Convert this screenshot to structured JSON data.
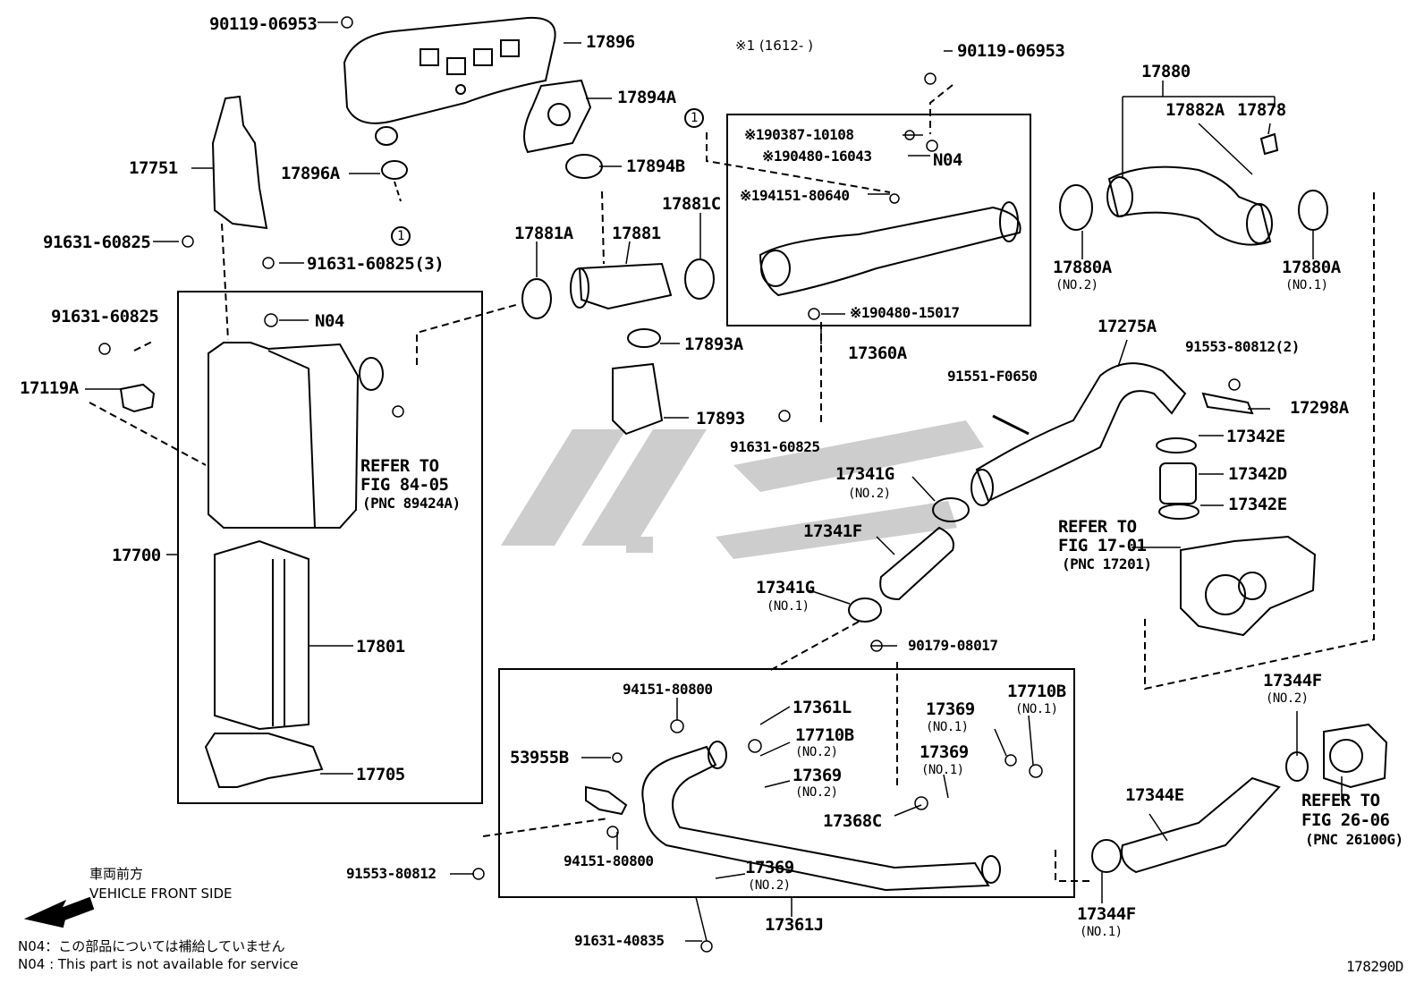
{
  "note_top": "※1 (1612-       )",
  "parts": {
    "p90119a": "90119-06953",
    "p17896": "17896",
    "p17894A": "17894A",
    "p17751": "17751",
    "p17896A": "17896A",
    "p17894B": "17894B",
    "p91631a": "91631-60825",
    "p91631b": "91631-60825(3)",
    "p17881A": "17881A",
    "p17881": "17881",
    "p17881C": "17881C",
    "p91631c": "91631-60825",
    "pN04a": "N04",
    "p17119A": "17119A",
    "p17893A": "17893A",
    "p17893": "17893",
    "p90119b": "90119-06953",
    "p90387": "※190387-10108",
    "p90480a": "※190480-16043",
    "pN04b": "N04",
    "p94151a": "※194151-80640",
    "p90480b": "※190480-15017",
    "p17360A": "17360A",
    "p17880": "17880",
    "p17882A": "17882A",
    "p17878": "17878",
    "p17880Aa": "17880A",
    "p17880Aa_sub": "(NO.2)",
    "p17880Ab": "17880A",
    "p17880Ab_sub": "(NO.1)",
    "p17275A": "17275A",
    "p91551": "91551-F0650",
    "p91553a": "91553-80812(2)",
    "p17298A": "17298A",
    "p17342Ea": "17342E",
    "p17342D": "17342D",
    "p17342Eb": "17342E",
    "p91631d": "91631-60825",
    "p17341Ga": "17341G",
    "p17341Ga_sub": "(NO.2)",
    "p17341F": "17341F",
    "p17341Gb": "17341G",
    "p17341Gb_sub": "(NO.1)",
    "p17700": "17700",
    "p17801": "17801",
    "p17705": "17705",
    "p90179": "90179-08017",
    "p94151b": "94151-80800",
    "p17361L": "17361L",
    "p17710Ba": "17710B",
    "p17710Ba_sub": "(NO.2)",
    "p17369a": "17369",
    "p17369a_sub": "(NO.2)",
    "p53955B": "53955B",
    "p17369b": "17369",
    "p17369b_sub": "(NO.1)",
    "p17710Bb": "17710B",
    "p17710Bb_sub": "(NO.1)",
    "p17369c": "17369",
    "p17369c_sub": "(NO.1)",
    "p17368C": "17368C",
    "p17344Fa": "17344F",
    "p17344Fa_sub": "(NO.2)",
    "p17344E": "17344E",
    "p94151c": "94151-80800",
    "p17369d": "17369",
    "p17369d_sub": "(NO.2)",
    "p91553b": "91553-80812",
    "p17361J": "17361J",
    "p91631e": "91631-40835",
    "p17344Fb": "17344F",
    "p17344Fb_sub": "(NO.1)"
  },
  "refs": {
    "r1_l1": "REFER TO",
    "r1_l2": "FIG 84-05",
    "r1_l3": "(PNC 89424A)",
    "r2_l1": "REFER TO",
    "r2_l2": "FIG 17-01",
    "r2_l3": "(PNC 17201)",
    "r3_l1": "REFER TO",
    "r3_l2": "FIG 26-06",
    "r3_l3": "(PNC 26100G)"
  },
  "front": {
    "jp": "車両前方",
    "en": "VEHICLE FRONT SIDE"
  },
  "footnote": {
    "jp": "N04：この部品については補給していません",
    "en": "N04 : This part is not available for service"
  },
  "figure_id": "178290D",
  "callout_marker": "1",
  "watermark_text": "سپه",
  "colors": {
    "line": "#000000",
    "watermark": "#c8c8c8"
  }
}
